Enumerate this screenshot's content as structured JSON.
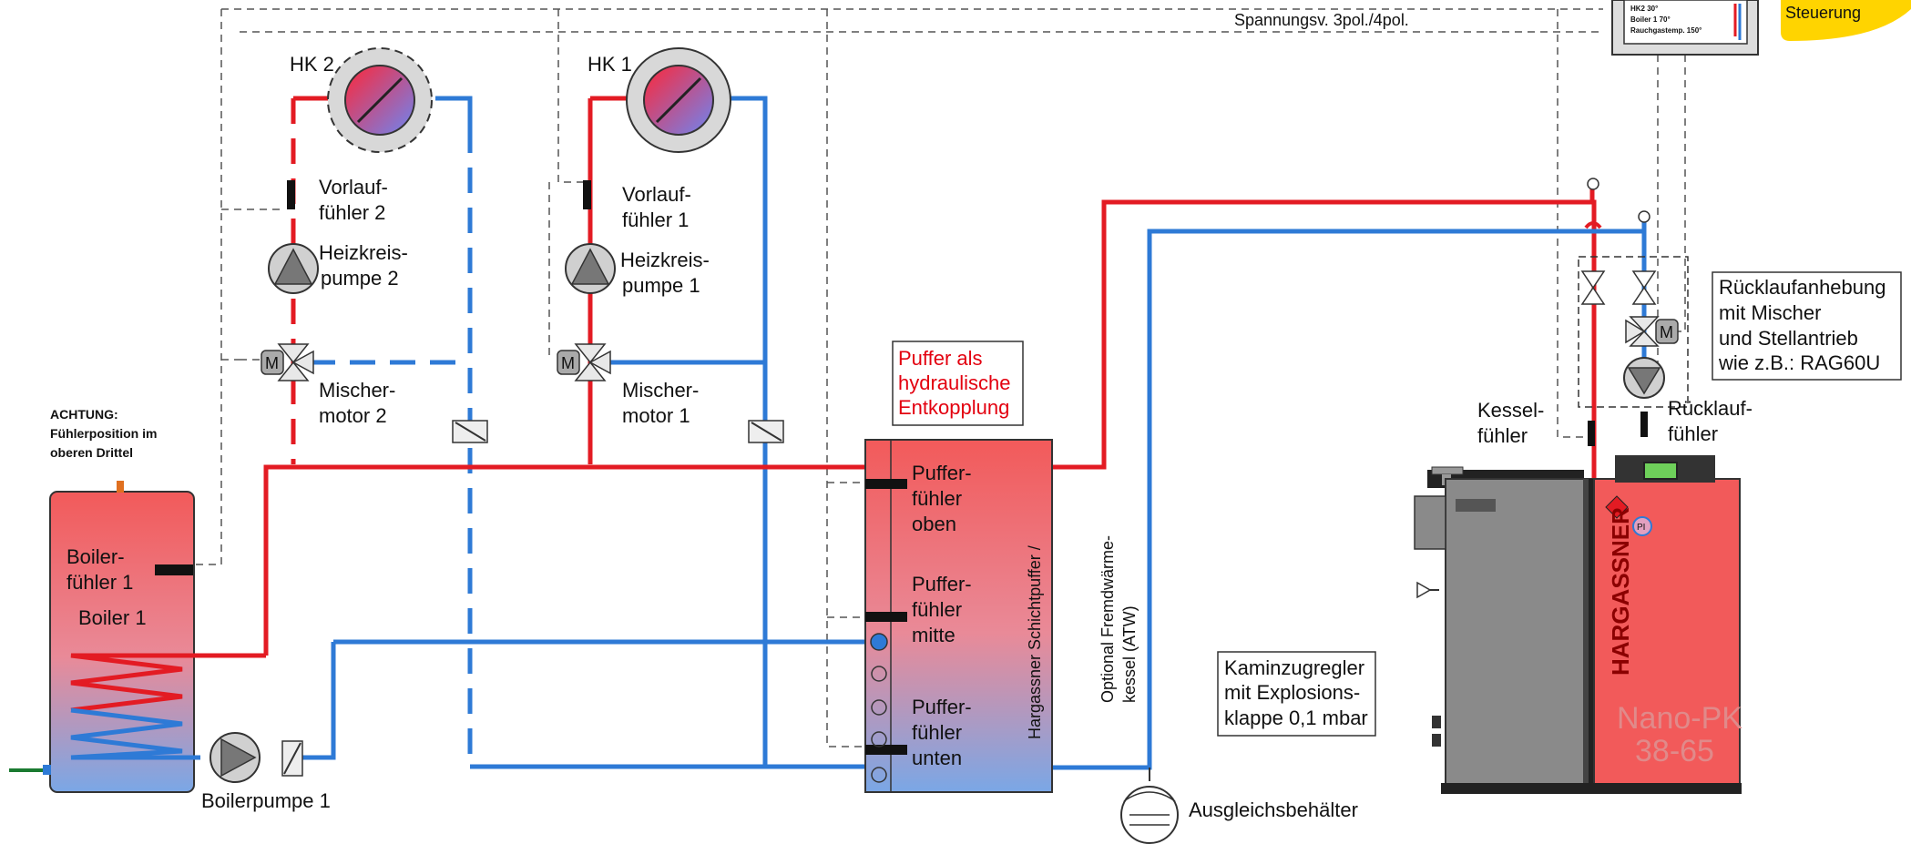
{
  "labels": {
    "hk2": "HK 2",
    "hk1": "HK 1",
    "vorlauf2_a": "Vorlauf-",
    "vorlauf2_b": "fühler 2",
    "vorlauf1_a": "Vorlauf-",
    "vorlauf1_b": "fühler 1",
    "pumpe2_a": "Heizkreis-",
    "pumpe2_b": "pumpe 2",
    "pumpe1_a": "Heizkreis-",
    "pumpe1_b": "pumpe 1",
    "mischer2_a": "Mischer-",
    "mischer2_b": "motor 2",
    "mischer1_a": "Mischer-",
    "mischer1_b": "motor 1",
    "mischer_m": "M",
    "achtung_1": "ACHTUNG:",
    "achtung_2": "Fühlerposition im",
    "achtung_3": "oberen Drittel",
    "boilerfuehler_a": "Boiler-",
    "boilerfuehler_b": "fühler 1",
    "boiler": "Boiler 1",
    "boilerpumpe": "Boilerpumpe 1",
    "puffer_note_1": "Puffer als",
    "puffer_note_2": "hydraulische",
    "puffer_note_3": "Entkopplung",
    "pf_oben_1": "Puffer-",
    "pf_oben_2": "fühler",
    "pf_oben_3": "oben",
    "pf_mitte_1": "Puffer-",
    "pf_mitte_2": "fühler",
    "pf_mitte_3": "mitte",
    "pf_unten_1": "Puffer-",
    "pf_unten_2": "fühler",
    "pf_unten_3": "unten",
    "schichtpuffer": "Hargassner Schichtpuffer /",
    "atw_1": "Optional Fremdwärme-",
    "atw_2": "kessel (ATW)",
    "kaminzug_1": "Kaminzugregler",
    "kaminzug_2": "mit Explosions-",
    "kaminzug_3": "klappe 0,1 mbar",
    "ausgleich": "Ausgleichsbehälter",
    "spannung": "Spannungsv. 3pol./4pol.",
    "steuerung": "Steuerung",
    "ruecklaufanhebung_1": "Rücklaufanhebung",
    "ruecklaufanhebung_2": "mit Mischer",
    "ruecklaufanhebung_3": "und Stellantrieb",
    "ruecklaufanhebung_4": "wie z.B.: RAG60U",
    "kesselfuehler_1": "Kessel-",
    "kesselfuehler_2": "fühler",
    "ruecklauffuehler_1": "Rücklauf-",
    "ruecklauffuehler_2": "fühler",
    "brand": "HARGASSNER",
    "model_1": "Nano-PK",
    "model_2": "38-65",
    "pi": "PI",
    "display_1": "HK2   30°",
    "display_2": "Boiler 1   70°",
    "display_3": "Rauchgastemp. 150°"
  },
  "colors": {
    "flow": "#e31b23",
    "return": "#2e7ad6",
    "boiler_body": "#f25a5a",
    "steuerung_badge": "#ffd400"
  }
}
